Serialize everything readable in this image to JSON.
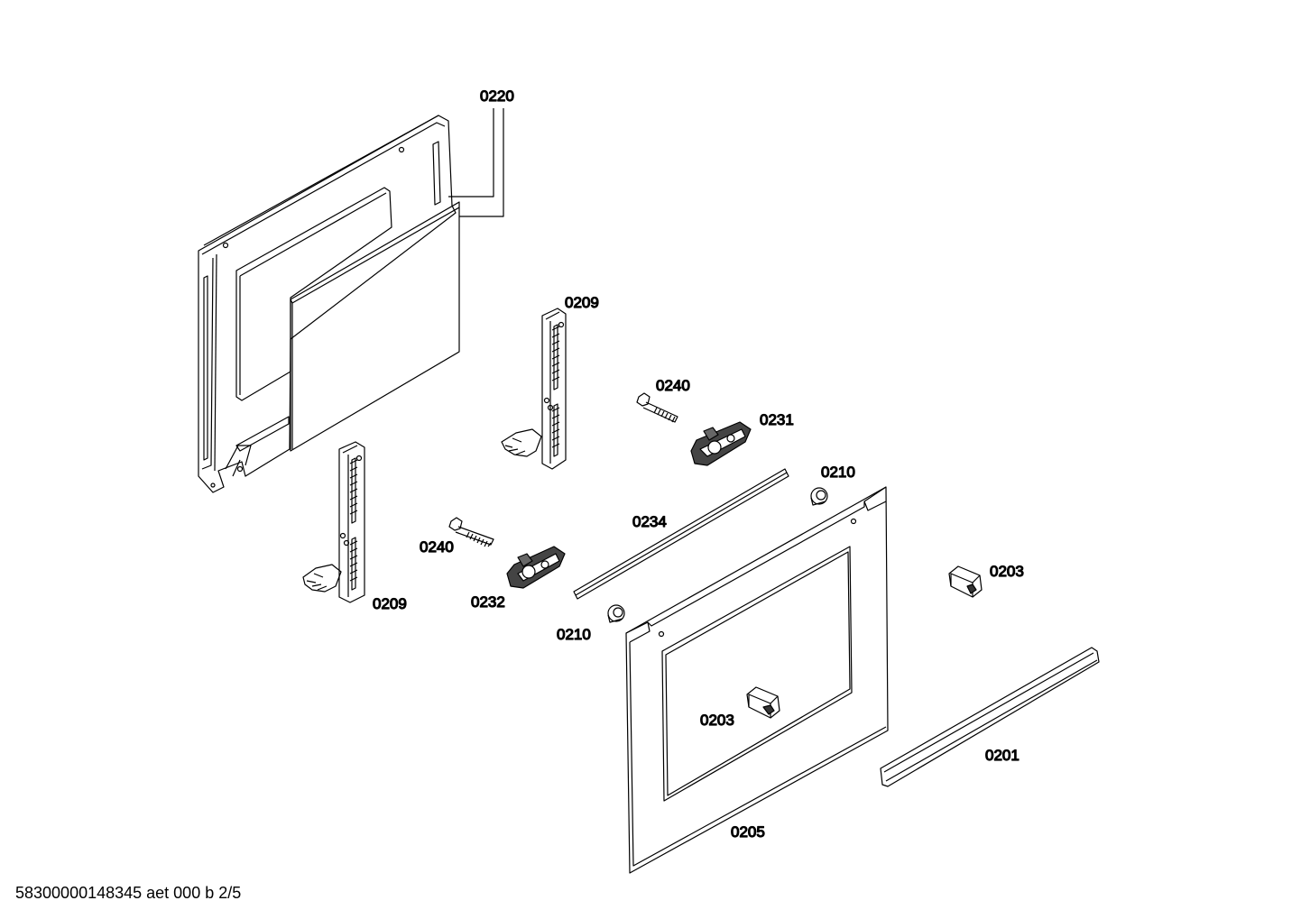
{
  "diagram": {
    "labels": {
      "p0220": "0220",
      "p0209_upper": "0209",
      "p0209_lower": "0209",
      "p0240_upper": "0240",
      "p0240_lower": "0240",
      "p0231": "0231",
      "p0232": "0232",
      "p0234": "0234",
      "p0210_upper": "0210",
      "p0210_lower": "0210",
      "p0203_upper": "0203",
      "p0203_lower": "0203",
      "p0201": "0201",
      "p0205": "0205"
    }
  },
  "footer": {
    "document_id": "58300000148345 aet 000 b 2/5"
  },
  "colors": {
    "line": "#000000",
    "background": "#ffffff"
  }
}
